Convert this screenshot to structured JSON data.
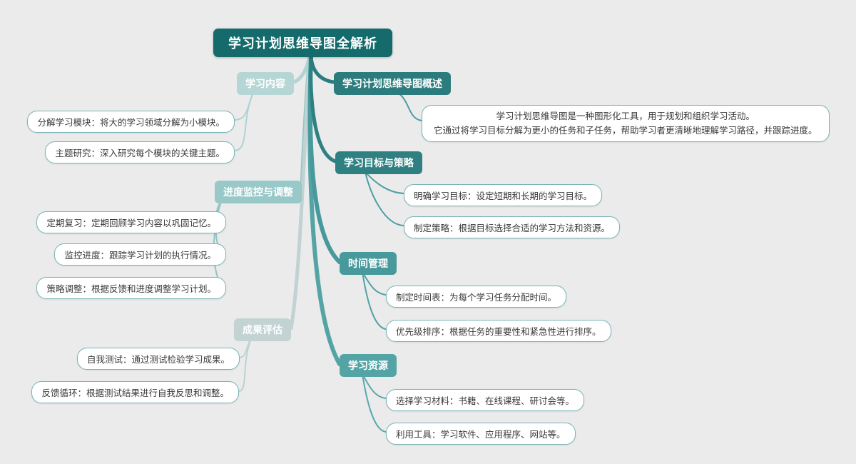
{
  "title": "学习计划思维导图全解析",
  "colors": {
    "background": "#ebebeb",
    "root": "#156a6c",
    "branch_dark": "#2c7c7e",
    "branch_mid": "#47999c",
    "branch_light": "#99c8c8",
    "leaf_border": "#79b4b6"
  },
  "left_branches": [
    {
      "label": "学习内容",
      "children": [
        "分解学习模块：将大的学习领域分解为小模块。",
        "主题研究：深入研究每个模块的关键主题。"
      ]
    },
    {
      "label": "进度监控与调整",
      "children": [
        "定期复习：定期回顾学习内容以巩固记忆。",
        "监控进度：跟踪学习计划的执行情况。",
        "策略调整：根据反馈和进度调整学习计划。"
      ]
    },
    {
      "label": "成果评估",
      "children": [
        "自我测试：通过测试检验学习成果。",
        "反馈循环：根据测试结果进行自我反思和调整。"
      ]
    }
  ],
  "right_branches": [
    {
      "label": "学习计划思维导图概述",
      "desc_lines": [
        "学习计划思维导图是一种图形化工具，用于规划和组织学习活动。",
        "它通过将学习目标分解为更小的任务和子任务，帮助学习者更清晰地理解学习路径，并跟踪进度。"
      ],
      "children": []
    },
    {
      "label": "学习目标与策略",
      "children": [
        "明确学习目标：设定短期和长期的学习目标。",
        "制定策略：根据目标选择合适的学习方法和资源。"
      ]
    },
    {
      "label": "时间管理",
      "children": [
        "制定时间表：为每个学习任务分配时间。",
        "优先级排序：根据任务的重要性和紧急性进行排序。"
      ]
    },
    {
      "label": "学习资源",
      "children": [
        "选择学习材料：书籍、在线课程、研讨会等。",
        "利用工具：学习软件、应用程序、网站等。"
      ]
    }
  ]
}
